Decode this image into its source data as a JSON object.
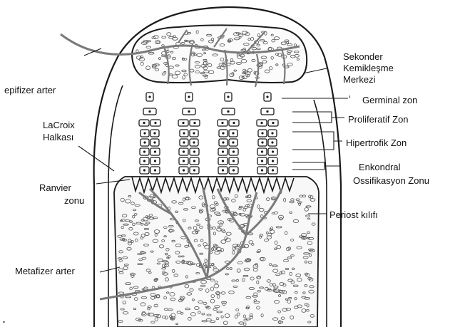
{
  "labels": {
    "secondary_center": [
      "Sekonder",
      "Kemikleşme",
      "Merkezi"
    ],
    "epiphyseal_artery": "epifizer arter",
    "germinal_zone": "Germinal zon",
    "germinal_mark": "‘",
    "proliferative_zone": "Proliferatif Zon",
    "lacroix": [
      "LaCroix",
      "Halkası"
    ],
    "hypertrophic_zone": "Hipertrofik Zon",
    "enchondral": [
      "Enkondral",
      "Ossifikasyon Zonu"
    ],
    "ranvier": [
      "Ranvier",
      "zonu"
    ],
    "periosteal_sleeve": "Periost kılıfı",
    "metaphyseal_artery": "Metafizer arter",
    "corner_mark": "."
  },
  "colors": {
    "ink": "#1a1a1a",
    "vessel": "#7a7a7a",
    "bone_fill": "#ffffff"
  }
}
